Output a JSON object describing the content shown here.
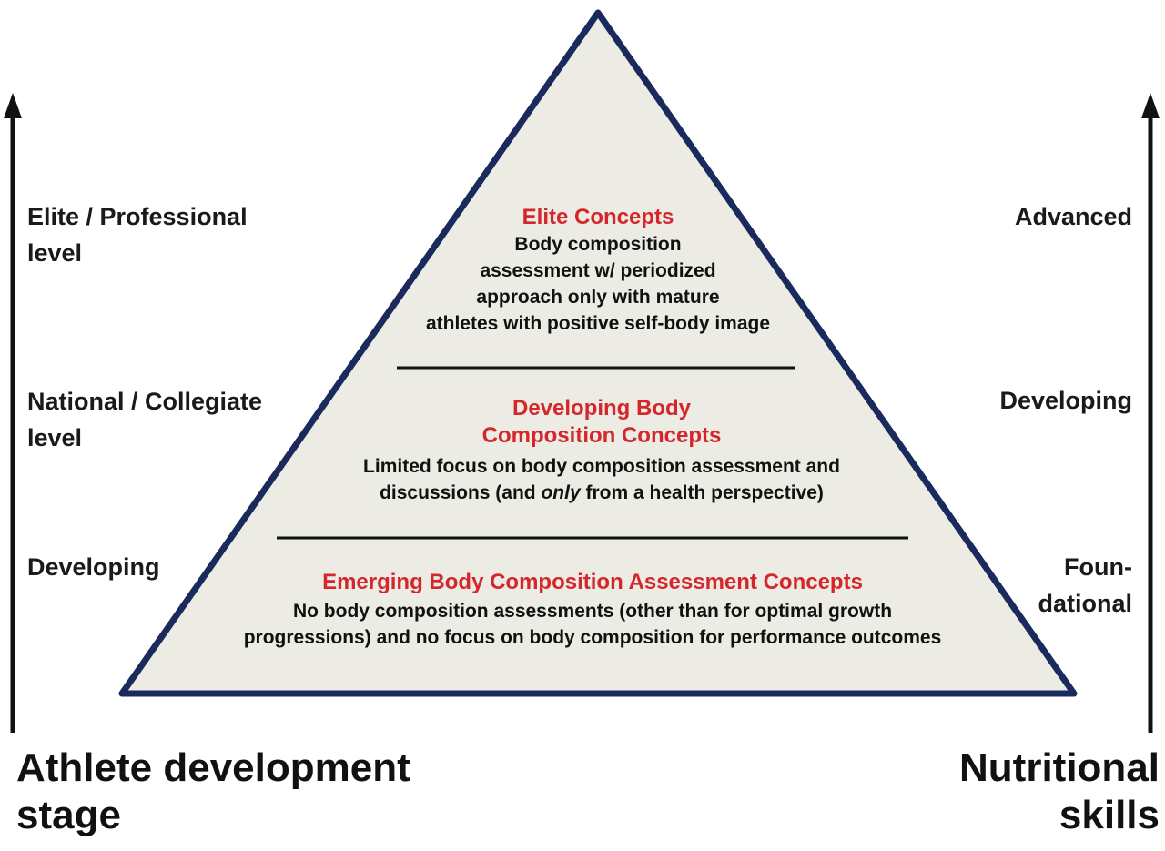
{
  "left_axis": {
    "title_lines": [
      "Athlete development",
      "stage"
    ],
    "levels": [
      {
        "lines": [
          "Elite / Professional",
          "level"
        ]
      },
      {
        "lines": [
          "National / Collegiate",
          "level"
        ]
      },
      {
        "lines": [
          "Developing"
        ]
      }
    ]
  },
  "right_axis": {
    "title_lines": [
      "Nutritional",
      "skills"
    ],
    "levels": [
      {
        "lines": [
          "Advanced"
        ]
      },
      {
        "lines": [
          "Developing"
        ]
      },
      {
        "lines": [
          "Foun-",
          "dational"
        ]
      }
    ]
  },
  "pyramid": {
    "fill_color": "#ecebe4",
    "border_color": "#1b2a5c",
    "title_color": "#d4262b",
    "tiers": [
      {
        "title_lines": [
          "Elite Concepts"
        ],
        "desc_lines": [
          "Body composition",
          "assessment w/ periodized",
          "approach only with mature",
          "athletes with positive self-body image"
        ]
      },
      {
        "title_lines": [
          "Developing Body",
          "Composition Concepts"
        ],
        "desc_line1": "Limited focus on body composition assessment and",
        "desc_line2_before": "discussions (and ",
        "desc_line2_emphasis": "only",
        "desc_line2_after": " from a health perspective)"
      },
      {
        "title_lines": [
          "Emerging Body Composition Assessment Concepts"
        ],
        "desc_lines": [
          "No body composition assessments (other than for optimal growth",
          "progressions) and no focus on body composition for performance outcomes"
        ]
      }
    ]
  }
}
